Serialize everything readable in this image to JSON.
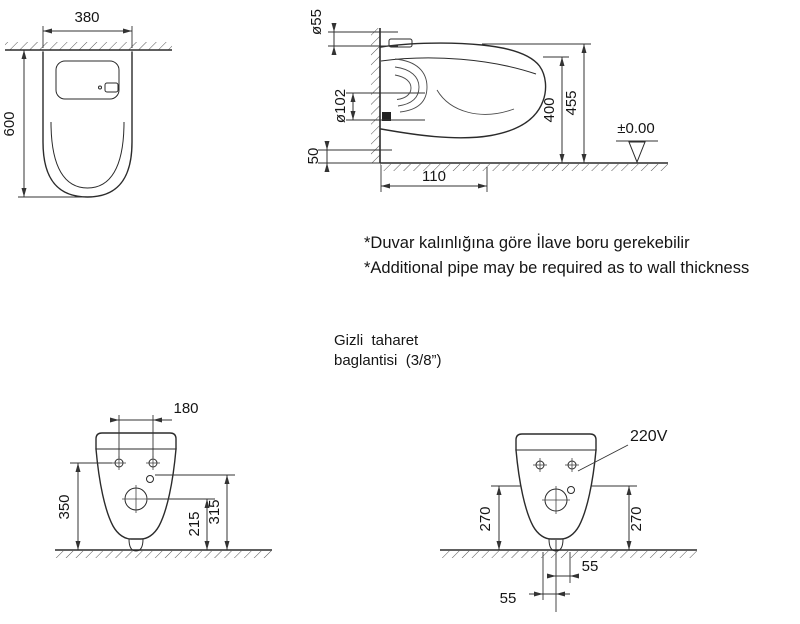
{
  "top_view": {
    "dim_width": "380",
    "dim_depth": "600"
  },
  "side_view": {
    "dim_inlet_diameter": "ø55",
    "dim_outlet_diameter": "ø102",
    "dim_outlet_height": "50",
    "dim_height_seat": "400",
    "dim_height_total": "455",
    "dim_outlet_offset": "110",
    "floor_level": "±0.00"
  },
  "notes": {
    "note_turkish": "*Duvar kalınlığına göre İlave boru gerekebilir",
    "note_english": "*Additional pipe may be required as to wall thickness"
  },
  "connection_note": {
    "line1": "Gizli  taharet",
    "line2": "baglantisi  (3/8”)"
  },
  "front_view": {
    "dim_bolt_spacing": "180",
    "dim_bolt_height": "350",
    "dim_drain_height": "215",
    "dim_inlet_height": "315"
  },
  "electrical_view": {
    "voltage_label": "220V",
    "dim_left_height": "270",
    "dim_right_height": "270",
    "dim_offset_right": "55",
    "dim_offset_bottom": "55"
  }
}
